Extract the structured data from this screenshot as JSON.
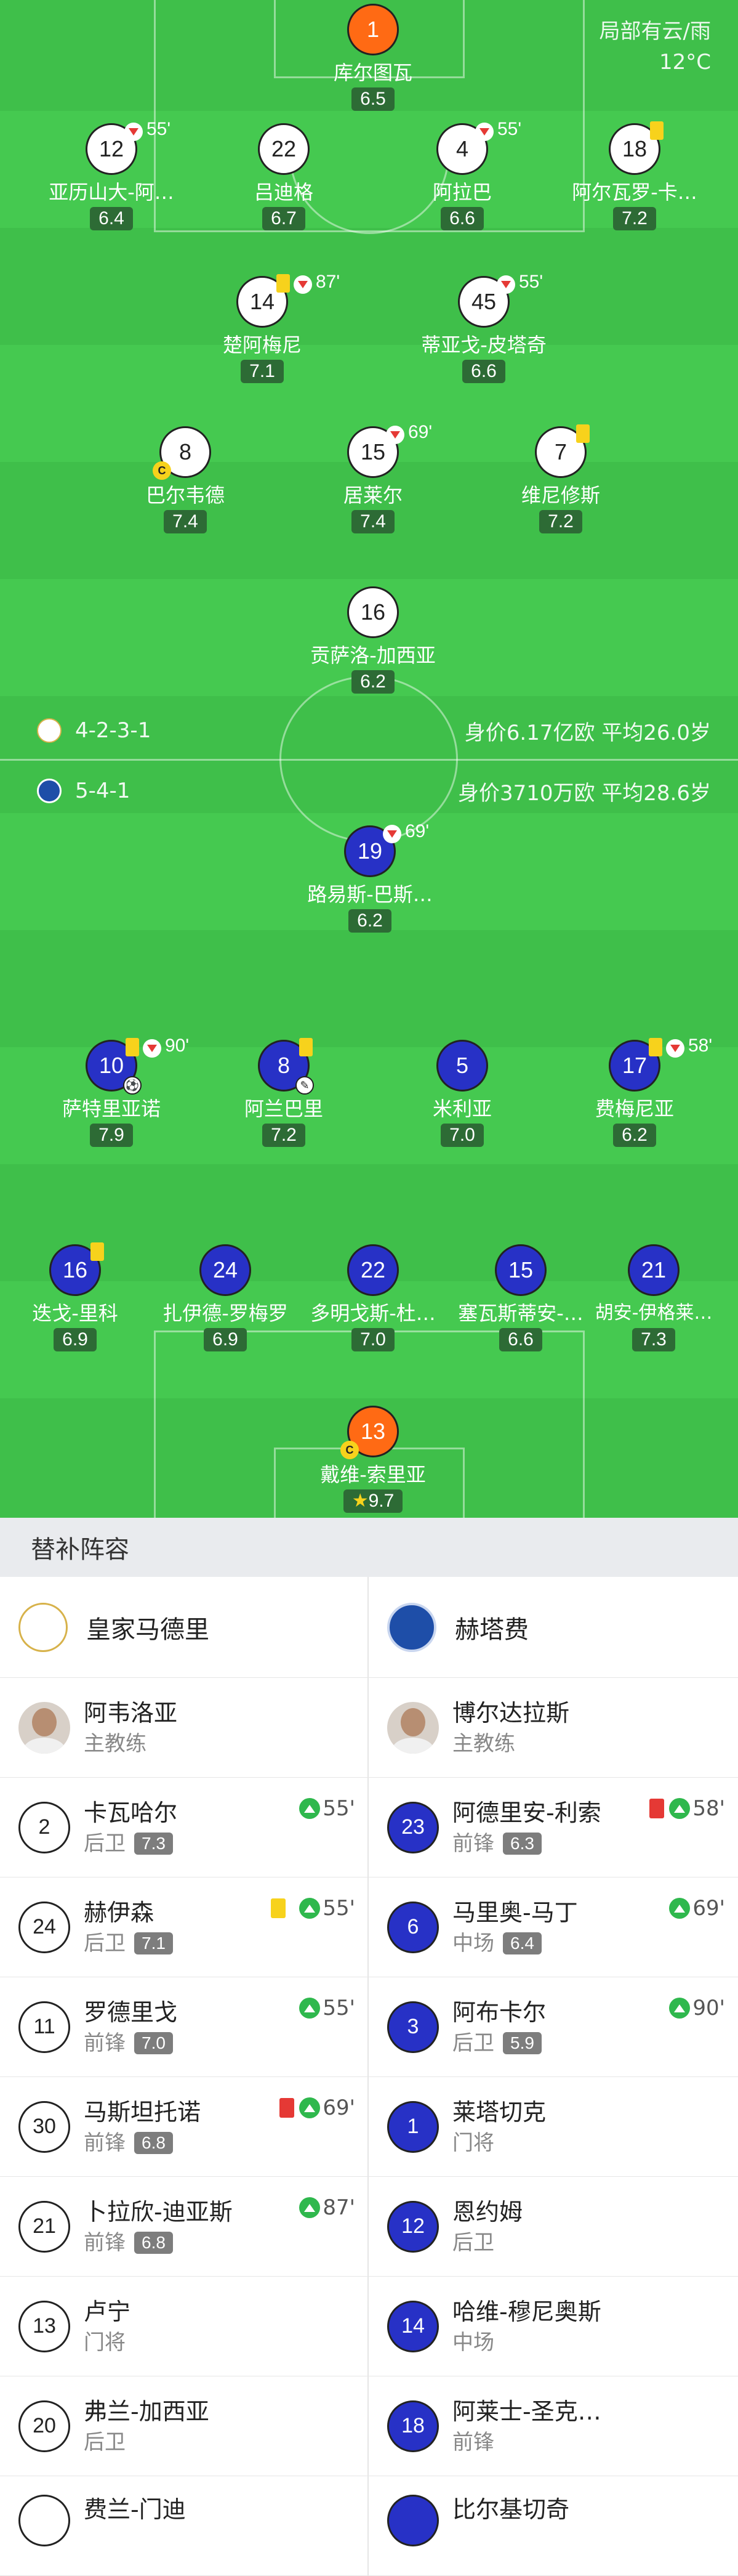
{
  "weather": {
    "condition": "局部有云/雨",
    "temp": "12°C"
  },
  "home_players": [
    {
      "num": "1",
      "name": "库尔图瓦",
      "rating": "6.5"
    },
    {
      "num": "12",
      "name": "亚历山大-阿…",
      "rating": "6.4",
      "sub_time": "55'"
    },
    {
      "num": "22",
      "name": "吕迪格",
      "rating": "6.7"
    },
    {
      "num": "4",
      "name": "阿拉巴",
      "rating": "6.6",
      "sub_time": "55'"
    },
    {
      "num": "18",
      "name": "阿尔瓦罗-卡…",
      "rating": "7.2"
    },
    {
      "num": "14",
      "name": "楚阿梅尼",
      "rating": "7.1",
      "sub_time": "87'"
    },
    {
      "num": "45",
      "name": "蒂亚戈-皮塔奇",
      "rating": "6.6",
      "sub_time": "55'"
    },
    {
      "num": "8",
      "name": "巴尔韦德",
      "rating": "7.4",
      "captain": "C"
    },
    {
      "num": "15",
      "name": "居莱尔",
      "rating": "7.4",
      "sub_time": "69'"
    },
    {
      "num": "7",
      "name": "维尼修斯",
      "rating": "7.2"
    },
    {
      "num": "16",
      "name": "贡萨洛-加西亚",
      "rating": "6.2"
    }
  ],
  "home_team": {
    "formation": "4-2-3-1",
    "stats": "身价6.17亿欧  平均26.0岁"
  },
  "away_team": {
    "formation": "5-4-1",
    "stats": "身价3710万欧  平均28.6岁"
  },
  "away_players": [
    {
      "num": "19",
      "name": "路易斯-巴斯…",
      "rating": "6.2",
      "sub_time": "69'"
    },
    {
      "num": "10",
      "name": "萨特里亚诺",
      "rating": "7.9",
      "sub_time": "90'"
    },
    {
      "num": "8",
      "name": "阿兰巴里",
      "rating": "7.2"
    },
    {
      "num": "5",
      "name": "米利亚",
      "rating": "7.0"
    },
    {
      "num": "17",
      "name": "费梅尼亚",
      "rating": "6.2",
      "sub_time": "58'"
    },
    {
      "num": "16",
      "name": "迭戈-里科",
      "rating": "6.9"
    },
    {
      "num": "24",
      "name": "扎伊德-罗梅罗",
      "rating": "6.9"
    },
    {
      "num": "22",
      "name": "多明戈斯-杜…",
      "rating": "7.0"
    },
    {
      "num": "15",
      "name": "塞瓦斯蒂安-…",
      "rating": "6.6"
    },
    {
      "num": "21",
      "name": "胡安-伊格莱…",
      "rating": "7.3"
    },
    {
      "num": "13",
      "name": "戴维-索里亚",
      "rating": "9.7",
      "captain": "C"
    }
  ],
  "subs_title": "替补阵容",
  "home_sub": {
    "team": "皇家马德里",
    "coach": "阿韦洛亚",
    "coach_role": "主教练"
  },
  "away_sub": {
    "team": "赫塔费",
    "coach": "博尔达拉斯",
    "coach_role": "主教练"
  },
  "subs_rows": [
    {
      "l": {
        "num": "2",
        "name": "卡瓦哈尔",
        "pos": "后卫",
        "rating": "7.3",
        "time": "55'"
      },
      "r": {
        "num": "23",
        "name": "阿德里安-利索",
        "pos": "前锋",
        "rating": "6.3",
        "time": "58'"
      }
    },
    {
      "l": {
        "num": "24",
        "name": "赫伊森",
        "pos": "后卫",
        "rating": "7.1",
        "time": "55'"
      },
      "r": {
        "num": "6",
        "name": "马里奥-马丁",
        "pos": "中场",
        "rating": "6.4",
        "time": "69'"
      }
    },
    {
      "l": {
        "num": "11",
        "name": "罗德里戈",
        "pos": "前锋",
        "rating": "7.0",
        "time": "55'"
      },
      "r": {
        "num": "3",
        "name": "阿布卡尔",
        "pos": "后卫",
        "rating": "5.9",
        "time": "90'"
      }
    },
    {
      "l": {
        "num": "30",
        "name": "马斯坦托诺",
        "pos": "前锋",
        "rating": "6.8",
        "time": "69'"
      },
      "r": {
        "num": "1",
        "name": "莱塔切克",
        "pos": "门将"
      }
    },
    {
      "l": {
        "num": "21",
        "name": "卜拉欣-迪亚斯",
        "pos": "前锋",
        "rating": "6.8",
        "time": "87'"
      },
      "r": {
        "num": "12",
        "name": "恩约姆",
        "pos": "后卫"
      }
    },
    {
      "l": {
        "num": "13",
        "name": "卢宁",
        "pos": "门将"
      },
      "r": {
        "num": "14",
        "name": "哈维-穆尼奥斯",
        "pos": "中场"
      }
    },
    {
      "l": {
        "num": "20",
        "name": "弗兰-加西亚",
        "pos": "后卫"
      },
      "r": {
        "num": "18",
        "name": "阿莱士-圣克…",
        "pos": "前锋"
      }
    },
    {
      "l": {
        "num": "",
        "name": "费兰-门迪",
        "pos": ""
      },
      "r": {
        "num": "",
        "name": "比尔基切奇",
        "pos": ""
      }
    }
  ],
  "colors": {
    "pitch": "#3fbf4a",
    "away": "#2731c6",
    "gk": "#ff6a14",
    "card": "#f7d21c"
  }
}
